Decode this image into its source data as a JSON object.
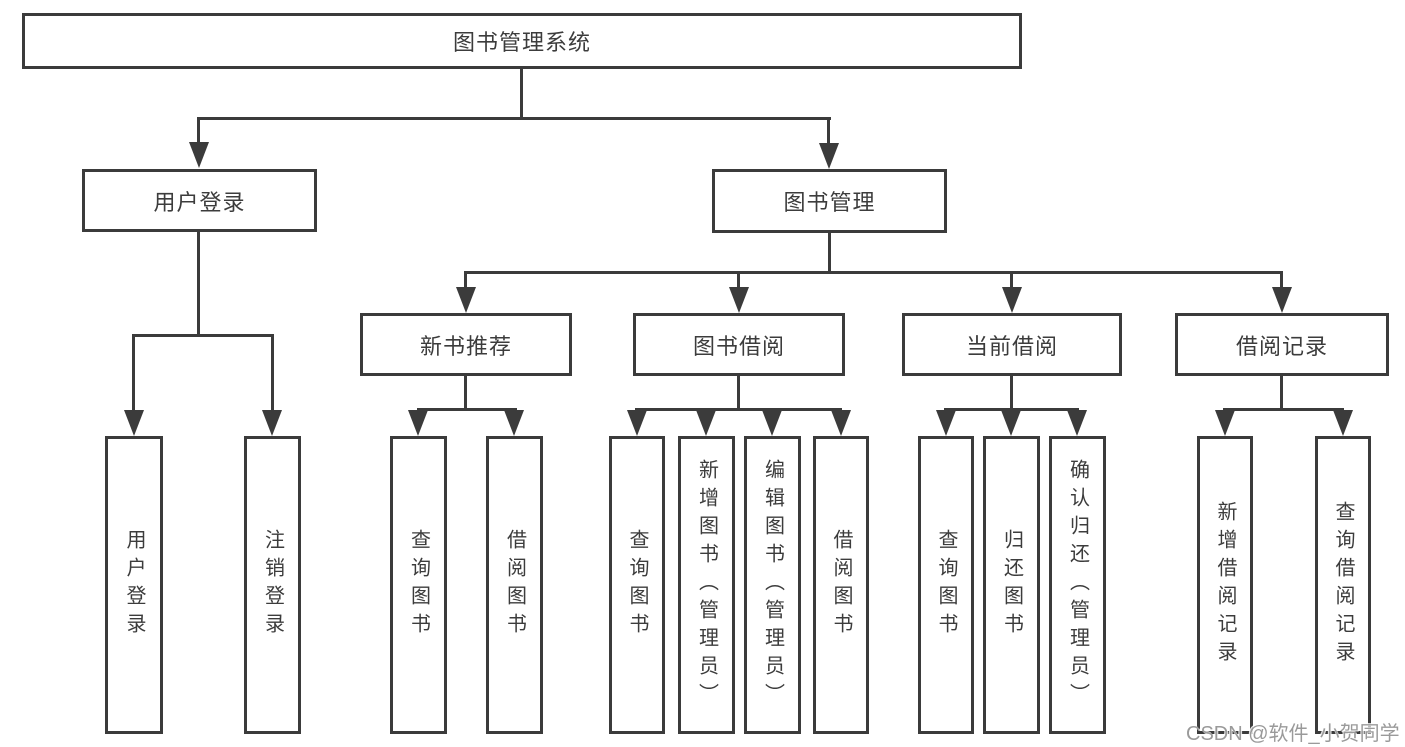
{
  "colors": {
    "line": "#3b3b3b",
    "text": "#3c3c3c",
    "background": "#ffffff",
    "watermark": "#9a9a9a"
  },
  "diagram": {
    "root": {
      "label": "图书管理系统"
    },
    "branches": {
      "user_login": {
        "label": "用户登录",
        "children": [
          "用户登录",
          "注销登录"
        ]
      },
      "book_management": {
        "label": "图书管理",
        "sections": {
          "new_book": {
            "label": "新书推荐",
            "children": [
              "查询图书",
              "借阅图书"
            ]
          },
          "book_borrow": {
            "label": "图书借阅",
            "children": [
              "查询图书",
              "新增图书（管理员）",
              "编辑图书（管理员）",
              "借阅图书"
            ]
          },
          "current_borrow": {
            "label": "当前借阅",
            "children": [
              "查询图书",
              "归还图书",
              "确认归还（管理员）"
            ]
          },
          "borrow_records": {
            "label": "借阅记录",
            "children": [
              "新增借阅记录",
              "查询借阅记录"
            ]
          }
        }
      }
    }
  },
  "watermark": {
    "text": "CSDN @软件_小贺同学"
  }
}
